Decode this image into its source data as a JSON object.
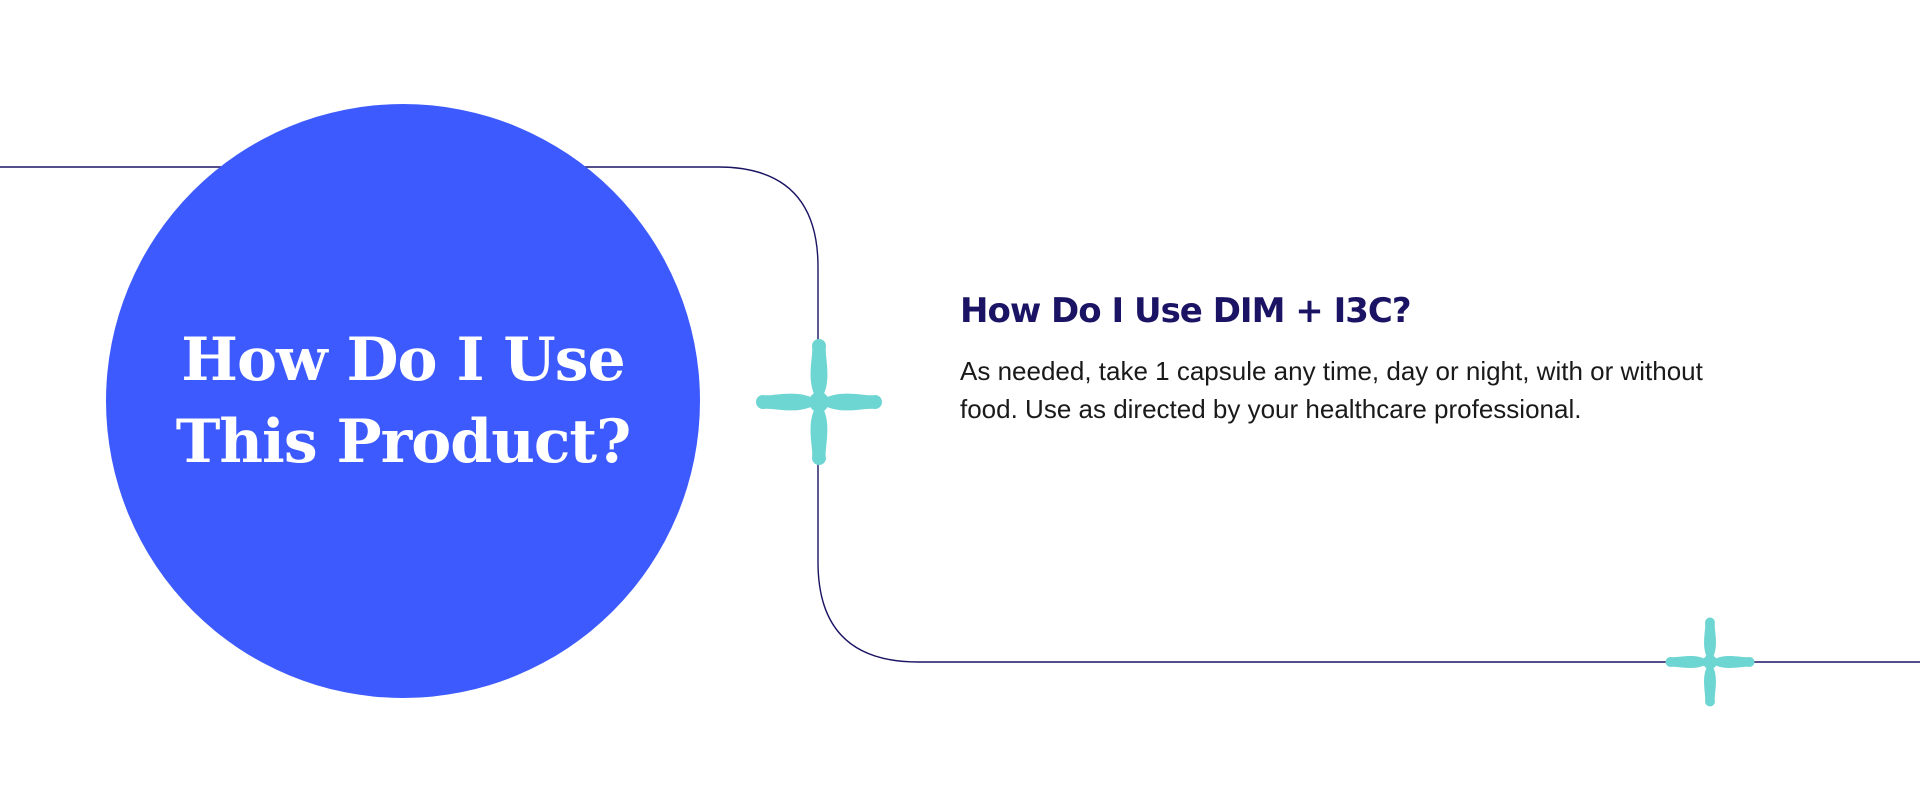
{
  "hero": {
    "title": "How Do I Use\nThis Product?"
  },
  "content": {
    "heading": "How Do I Use DIM + I3C?",
    "body": "As needed, take 1 capsule any time, day or night, with or without food. Use as directed by your healthcare professional."
  },
  "icons": {
    "sparkle_main": "sparkle-icon",
    "sparkle_small": "sparkle-icon"
  },
  "colors": {
    "circle": "#3d5afe",
    "heading": "#1b1464",
    "line": "#1b1464",
    "sparkle": "#6dd6d2",
    "body_text": "#1a1a1a"
  }
}
